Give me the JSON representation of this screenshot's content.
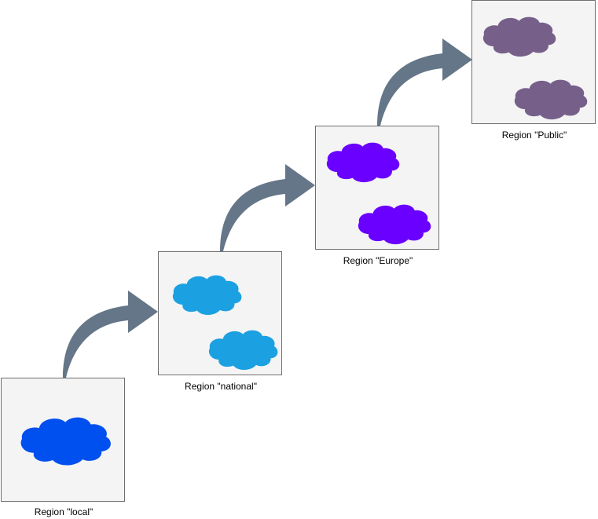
{
  "regions": [
    {
      "key": "local",
      "label": "Region \"local\"",
      "cloud_count": 1,
      "cloud_color": "#0050ef"
    },
    {
      "key": "national",
      "label": "Region \"national\"",
      "cloud_count": 2,
      "cloud_color": "#1ba1e2"
    },
    {
      "key": "europe",
      "label": "Region \"Europe\"",
      "cloud_count": 2,
      "cloud_color": "#6a00ff"
    },
    {
      "key": "public",
      "label": "Region \"Public\"",
      "cloud_count": 2,
      "cloud_color": "#76608a"
    }
  ],
  "colors": {
    "box_fill": "#f4f4f4",
    "box_stroke": "#6f6f6f",
    "arrow": "#647687"
  },
  "icons": {
    "cloud": "cloud-icon",
    "arrow": "curved-arrow-icon"
  }
}
